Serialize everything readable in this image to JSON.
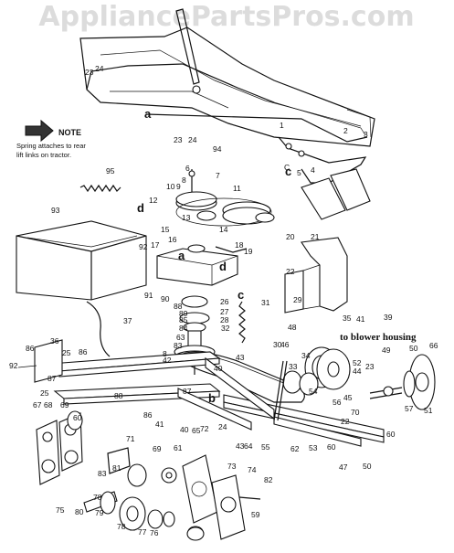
{
  "watermark": "AppliancePartsPros.com",
  "note": {
    "title": "NOTE",
    "text_line1": "Spring attaches to rear",
    "text_line2": "lift links on tractor."
  },
  "callouts": {
    "blower_housing": "to blower housing"
  },
  "letters": {
    "a": "a",
    "b": "b",
    "c": "c",
    "d": "d"
  },
  "part_numbers": [
    "23",
    "24",
    "1",
    "2",
    "3",
    "23",
    "24",
    "94",
    "C",
    "5",
    "4",
    "6",
    "8",
    "7",
    "10",
    "9",
    "11",
    "12",
    "13",
    "14",
    "15",
    "16",
    "17",
    "92",
    "18",
    "19",
    "20",
    "21",
    "22",
    "93",
    "95",
    "91",
    "90",
    "88",
    "89",
    "85",
    "84",
    "63",
    "83",
    "86",
    "36",
    "25",
    "86",
    "87",
    "92",
    "25",
    "37",
    "26",
    "27",
    "28",
    "32",
    "30",
    "29",
    "31",
    "48",
    "8",
    "42",
    "43",
    "40",
    "41",
    "39",
    "35",
    "34",
    "33",
    "46",
    "49",
    "50",
    "66",
    "67",
    "68",
    "69",
    "60",
    "88",
    "87",
    "86",
    "41",
    "40",
    "65",
    "24",
    "43",
    "64",
    "55",
    "62",
    "53",
    "60",
    "47",
    "51",
    "57",
    "54",
    "56",
    "45",
    "44",
    "23",
    "52",
    "22",
    "70",
    "71",
    "69",
    "61",
    "72",
    "73",
    "74",
    "82",
    "83",
    "81",
    "78",
    "80",
    "79",
    "78",
    "77",
    "76",
    "75",
    "59",
    "60",
    "50"
  ]
}
